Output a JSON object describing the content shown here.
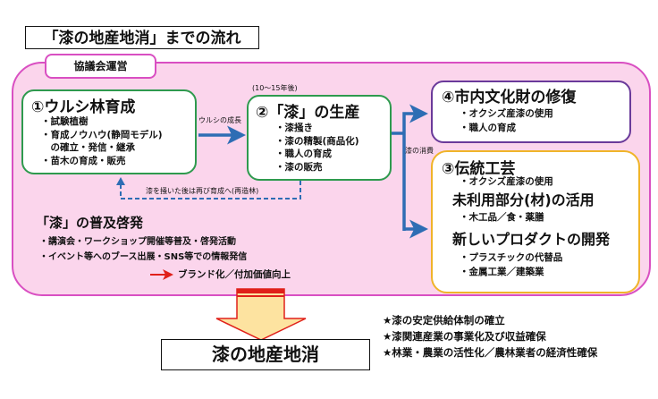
{
  "title": "「漆の地産地消」までの流れ",
  "organizer_tag": "協議会運営",
  "timing_note": "(10～15年後)",
  "box1": {
    "heading": "①ウルシ林育成",
    "items": [
      "・試験植樹",
      "・育成ノウハウ(静岡モデル)",
      "　の確立・発信・継承",
      "・苗木の育成・販売"
    ]
  },
  "arrow_1_to_2_label": "ウルシの成長",
  "box2": {
    "heading": "②「漆」の生産",
    "items": [
      "・漆掻き",
      "・漆の精製(商品化)",
      "・職人の育成",
      "・漆の販売"
    ]
  },
  "consumption_label": "漆の消費",
  "box4": {
    "heading": "④市内文化財の修復",
    "items": [
      "・オクシズ産漆の使用",
      "・職人の育成"
    ]
  },
  "box3": {
    "heading": "③伝統工芸",
    "item_top": "・オクシズ産漆の使用",
    "sub1_heading": "未利用部分(材)の活用",
    "sub1_items": [
      "・木工品／食・薬膳"
    ],
    "sub2_heading": "新しいプロダクトの開発",
    "sub2_items": [
      "・プラスチックの代替品",
      "・金属工業／建築業"
    ]
  },
  "return_loop_label": "漆を掻いた後は再び育成へ(再造林)",
  "promotion": {
    "heading": "「漆」の普及啓発",
    "items": [
      "・講演会・ワークショップ開催等普及・啓発活動",
      "・イベント等へのブース出展・SNS等での情報発信"
    ],
    "result": "ブランド化／付加価値向上"
  },
  "final_goal": "漆の地産地消",
  "benefits": [
    "★漆の安定供給体制の確立",
    "★漆関連産業の事業化及び収益確保",
    "★林業・農業の活性化／農林業者の経済性確保"
  ],
  "colors": {
    "outer_fill": "#fbd5ec",
    "outer_border": "#d94fc2",
    "green_border": "#2e9a4e",
    "purple_border": "#6a3a9a",
    "yellow_border": "#f0b429",
    "flow_arrow": "#2e6db4",
    "red_arrow": "#e0201a",
    "down_arrow_fill": "#fde3a0"
  }
}
